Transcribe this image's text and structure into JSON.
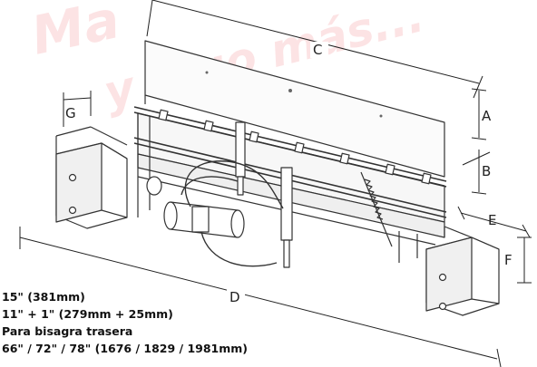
{
  "watermark": {
    "line1": "Ma",
    "line2": "y algo más..."
  },
  "dimension_labels": {
    "a": "A",
    "b": "B",
    "c": "C",
    "d": "D",
    "e": "E",
    "f": "F",
    "g": "G"
  },
  "legend": [
    "15\" (381mm)",
    "11\" + 1\" (279mm + 25mm)",
    "Para bisagra trasera",
    "66\" / 72\" / 78\" (1676 / 1829 / 1981mm)"
  ],
  "colors": {
    "line": "#333333",
    "dimension": "#222222",
    "watermark": "#e8202a"
  }
}
